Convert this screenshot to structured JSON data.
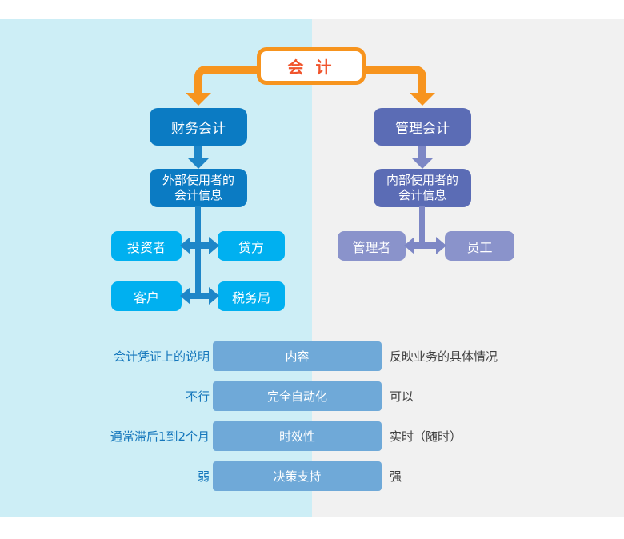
{
  "palette": {
    "bg-cyan": "#cdeef6",
    "bg-gray": "#f1f1f1",
    "accent-orange": "#f7941e",
    "root-text": "#f0542c",
    "deep-blue": "#0b7bc3",
    "sky-blue": "#00b0f0",
    "blue-ink": "#1e86c8",
    "indigo": "#5b6cb5",
    "light-indigo": "#8a93cb",
    "indigo-ink": "#7d87c5",
    "pill-blue": "#6fa9d8",
    "label-blue": "#1577bc",
    "label-dark": "#404040"
  },
  "tree": {
    "root": {
      "label": "会 计"
    },
    "left": {
      "level1": "财务会计",
      "level2_line1": "外部使用者的",
      "level2_line2": "会计信息",
      "leaves": [
        "投资者",
        "贷方",
        "客户",
        "税务局"
      ]
    },
    "right": {
      "level1": "管理会计",
      "level2_line1": "内部使用者的",
      "level2_line2": "会计信息",
      "leaves": [
        "管理者",
        "员工"
      ]
    }
  },
  "comparison": {
    "rows": [
      {
        "left": "会计凭证上的说明",
        "center": "内容",
        "right": "反映业务的具体情况"
      },
      {
        "left": "不行",
        "center": "完全自动化",
        "right": "可以"
      },
      {
        "left": "通常滞后1到2个月",
        "center": "时效性",
        "right": "实时（随时）"
      },
      {
        "left": "弱",
        "center": "决策支持",
        "right": "强"
      }
    ]
  }
}
